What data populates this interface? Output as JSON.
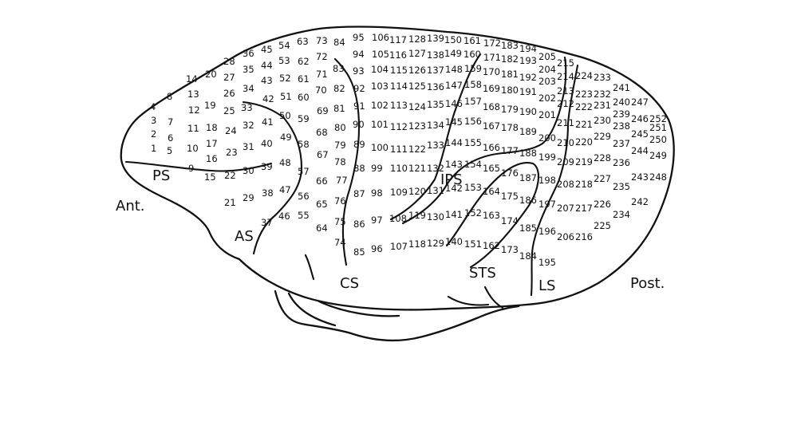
{
  "labels": {
    "anterior": "Ant.",
    "posterior": "Post.",
    "principal_sulcus": "PS",
    "arcuate_sulcus": "AS",
    "central_sulcus": "CS",
    "intraparietal_sulcus": "IPS",
    "superior_temporal_sulcus": "STS",
    "lunate_sulcus": "LS"
  },
  "electrode_count": 252
}
